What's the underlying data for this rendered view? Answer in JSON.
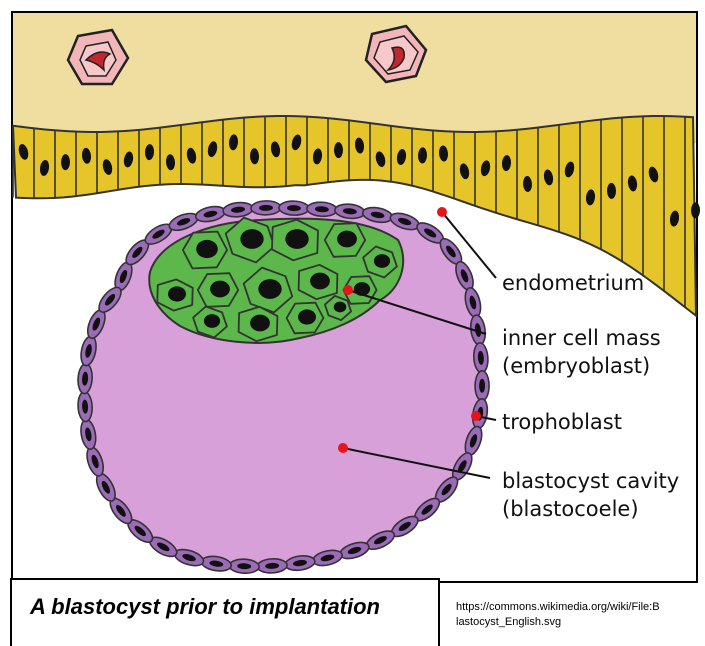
{
  "labels": {
    "endometrium": "endometrium",
    "inner_cell_mass_line1": "inner cell mass",
    "inner_cell_mass_line2": "(embryoblast)",
    "trophoblast": "trophoblast",
    "blastocyst_cavity_line1": "blastocyst cavity",
    "blastocyst_cavity_line2": "(blastocoele)"
  },
  "caption": "A blastocyst prior to implantation",
  "source_line1": "https://commons.wikimedia.org/wiki/File:B",
  "source_line2": "lastocyst_English.svg",
  "colors": {
    "stroma": "#efdea0",
    "epithelium": "#e6c52a",
    "nucleus": "#111111",
    "cavity": "#d8a0d8",
    "trophoblast": "#9b6bb8",
    "inner_cell_mass": "#5cb84a",
    "blood_cell": "#f3b6b8",
    "blood_core": "#c0282e",
    "pointer": "#e8131b"
  }
}
